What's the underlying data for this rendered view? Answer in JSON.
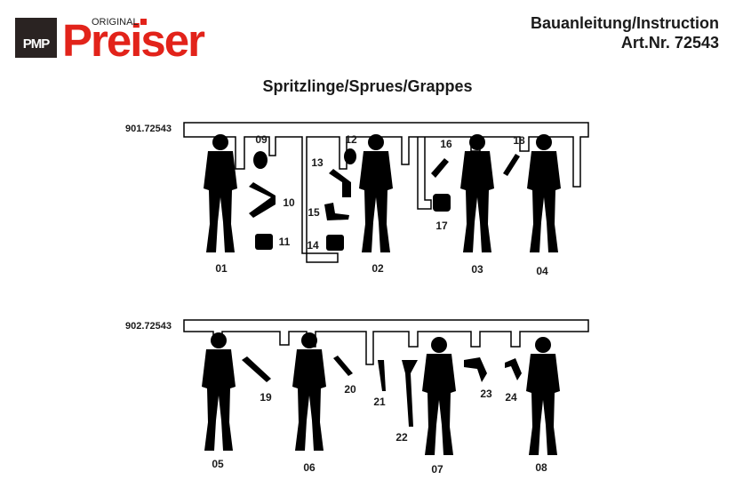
{
  "logo": {
    "brand": "Preiser",
    "tagline": "ORIGINAL",
    "badge": "PMP"
  },
  "header": {
    "line1": "Bauanleitung/Instruction",
    "line2": "Art.Nr. 72543"
  },
  "title": "Spritzlinge/Sprues/Grappes",
  "sprues": [
    {
      "id": "901.72543",
      "parts": [
        "01",
        "02",
        "03",
        "04",
        "09",
        "10",
        "11",
        "12",
        "13",
        "14",
        "15",
        "16",
        "17",
        "18"
      ]
    },
    {
      "id": "902.72543",
      "parts": [
        "05",
        "06",
        "07",
        "08",
        "19",
        "20",
        "21",
        "22",
        "23",
        "24"
      ]
    }
  ],
  "colors": {
    "brand_red": "#e2231a",
    "ink": "#000000"
  }
}
